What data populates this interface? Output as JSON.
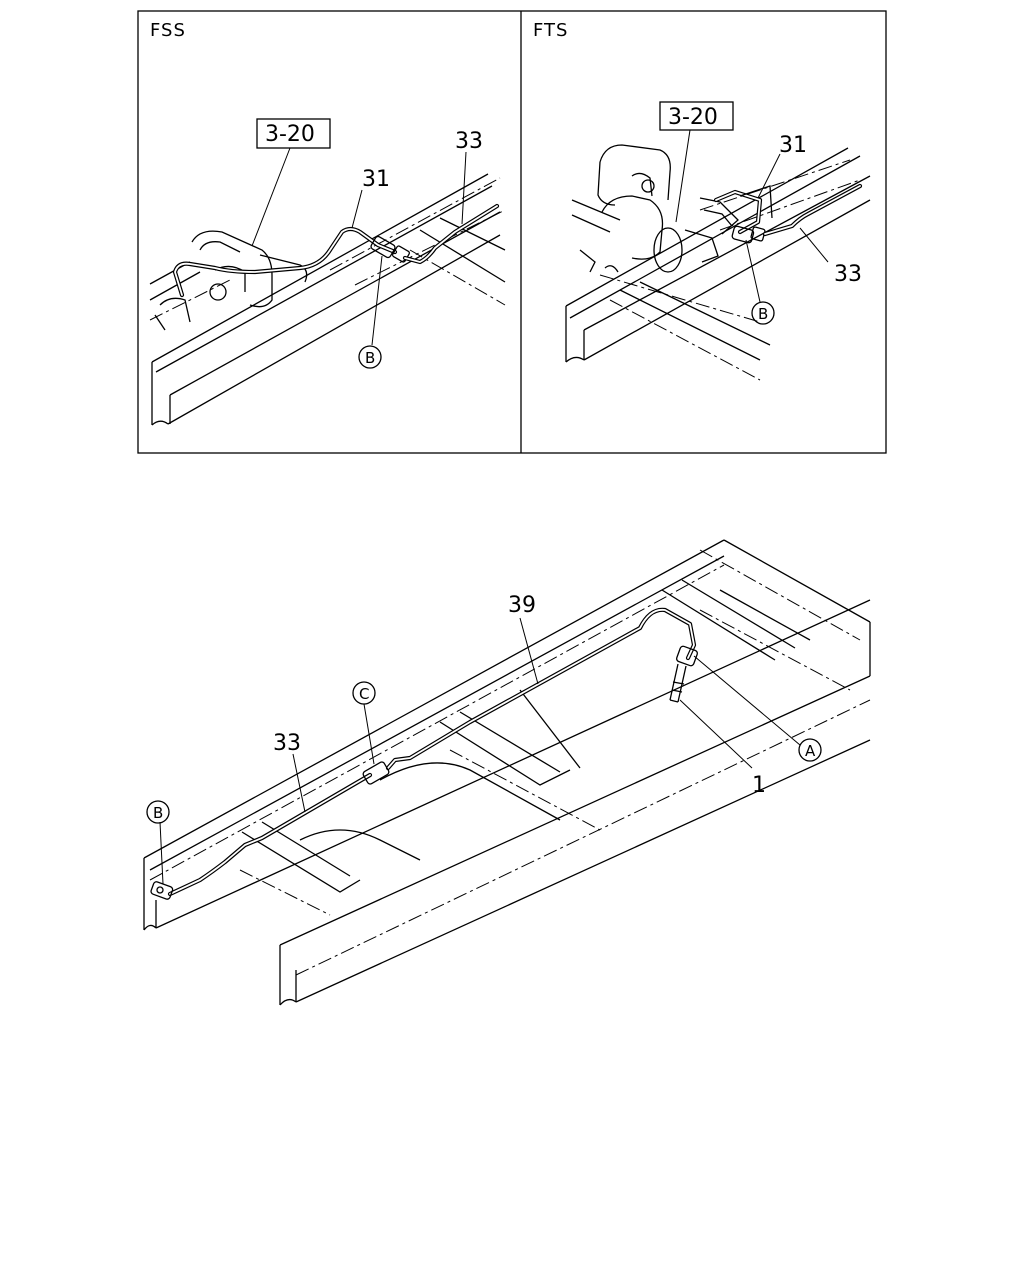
{
  "panels": {
    "fss": {
      "title": "FSS",
      "ref_box": "3-20",
      "labels": {
        "item31": "31",
        "item33": "33",
        "callout_b": "B"
      }
    },
    "fts": {
      "title": "FTS",
      "ref_box": "3-20",
      "labels": {
        "item31": "31",
        "item33": "33",
        "callout_b": "B"
      }
    }
  },
  "main": {
    "labels": {
      "item39": "39",
      "item33": "33",
      "item1": "1",
      "callout_a": "A",
      "callout_b": "B",
      "callout_c": "C"
    }
  }
}
